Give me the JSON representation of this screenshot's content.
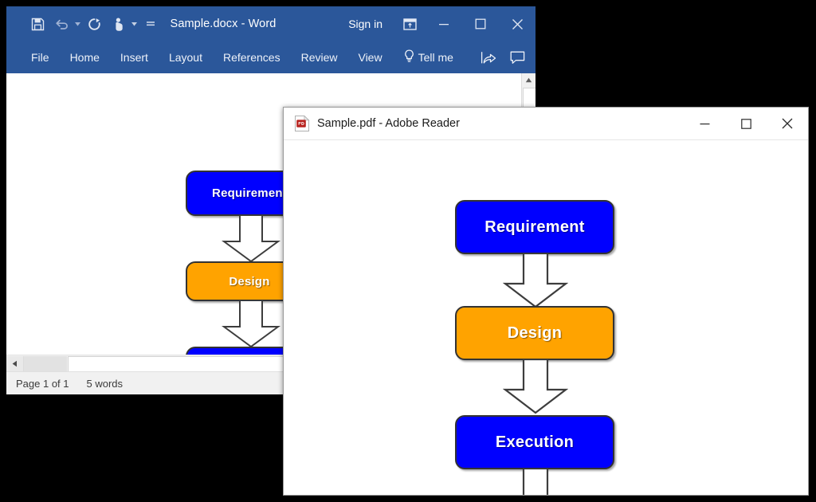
{
  "desktop": {
    "background_color": "#000000"
  },
  "word_window": {
    "window_name": "Microsoft Word",
    "title": "Sample.docx  -  Word",
    "titlebar_color": "#2b579a",
    "quick_access_toolbar": [
      {
        "name": "save-icon",
        "label": "Save"
      },
      {
        "name": "undo-icon",
        "label": "Undo"
      },
      {
        "name": "undo-dropdown-caret-icon",
        "label": "Undo options"
      },
      {
        "name": "redo-icon",
        "label": "Redo"
      },
      {
        "name": "touch-mode-icon",
        "label": "Touch/Mouse Mode"
      },
      {
        "name": "touch-mode-dropdown-caret-icon",
        "label": "Touch mode options"
      },
      {
        "name": "customize-qat-icon",
        "label": "Customize Quick Access Toolbar"
      }
    ],
    "sign_in_label": "Sign in",
    "ribbon_display_options_label": "Ribbon Display Options",
    "window_controls": [
      {
        "name": "minimize-button",
        "glyph": "–",
        "label": "Minimize"
      },
      {
        "name": "maximize-button",
        "glyph": "□",
        "label": "Maximize"
      },
      {
        "name": "close-button",
        "glyph": "✕",
        "label": "Close"
      }
    ],
    "ribbon_tabs": [
      {
        "label": "File"
      },
      {
        "label": "Home"
      },
      {
        "label": "Insert"
      },
      {
        "label": "Layout"
      },
      {
        "label": "References"
      },
      {
        "label": "Review"
      },
      {
        "label": "View"
      }
    ],
    "tell_me": {
      "label": "Tell me",
      "icon": "lightbulb-icon"
    },
    "ribbon_right_icons": [
      {
        "name": "share-icon",
        "label": "Share"
      },
      {
        "name": "comments-icon",
        "label": "Comments"
      }
    ],
    "status_bar": {
      "page_status": "Page 1 of 1",
      "word_count": "5 words"
    },
    "scrollbars": {
      "vertical_up_arrow": "▲",
      "horizontal_left_arrow": "◄"
    }
  },
  "reader_window": {
    "window_name": "Adobe Reader",
    "title": "Sample.pdf - Adobe Reader",
    "document_icon": "pdf-file-icon",
    "titlebar_color": "#ffffff",
    "window_controls": [
      {
        "name": "minimize-button",
        "glyph": "–",
        "label": "Minimize"
      },
      {
        "name": "maximize-button",
        "glyph": "□",
        "label": "Maximize"
      },
      {
        "name": "close-button",
        "glyph": "✕",
        "label": "Close"
      }
    ]
  },
  "flowchart": {
    "title": "Process flow diagram",
    "nodes": [
      {
        "id": "requirement",
        "label": "Requirement",
        "fill": "#0000ff",
        "text_color": "#ffffff",
        "shape": "rounded-rectangle"
      },
      {
        "id": "design",
        "label": "Design",
        "fill": "#ffa300",
        "text_color": "#ffffff",
        "shape": "rounded-rectangle"
      },
      {
        "id": "execution",
        "label": "Execution",
        "fill": "#0000ff",
        "text_color": "#ffffff",
        "shape": "rounded-rectangle"
      }
    ],
    "connectors": [
      {
        "from": "requirement",
        "to": "design",
        "type": "block-arrow-down"
      },
      {
        "from": "design",
        "to": "execution",
        "type": "block-arrow-down"
      },
      {
        "from": "execution",
        "to": "",
        "type": "block-arrow-down"
      }
    ],
    "arrow_style": {
      "fill": "#ffffff",
      "stroke": "#3d3d3d"
    },
    "border_color": "#333333"
  }
}
